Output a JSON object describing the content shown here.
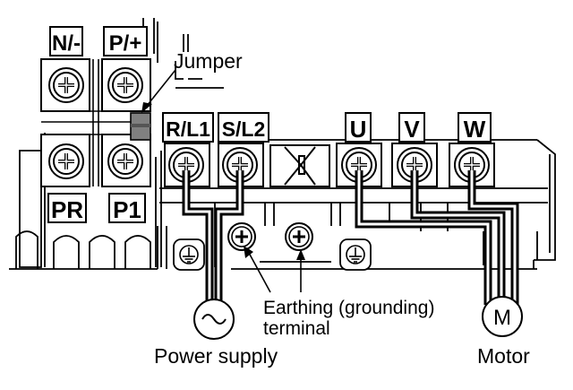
{
  "terminal_labels": {
    "n_minus": "N/-",
    "p_plus": "P/+",
    "pr": "PR",
    "p1": "P1",
    "r_l1": "R/L1",
    "s_l2": "S/L2",
    "u": "U",
    "v": "V",
    "w": "W"
  },
  "callouts": {
    "jumper": "Jumper",
    "earthing_line1": "Earthing (grounding)",
    "earthing_line2": "terminal",
    "power_supply": "Power supply",
    "motor": "Motor",
    "motor_symbol": "M"
  },
  "icons": {
    "screw": "screw-terminal-icon",
    "ground": "ground-icon",
    "ac_source": "ac-source-icon",
    "motor": "motor-icon"
  },
  "colors": {
    "line": "#000000",
    "background": "#ffffff",
    "jumper_fill": "#808080"
  }
}
